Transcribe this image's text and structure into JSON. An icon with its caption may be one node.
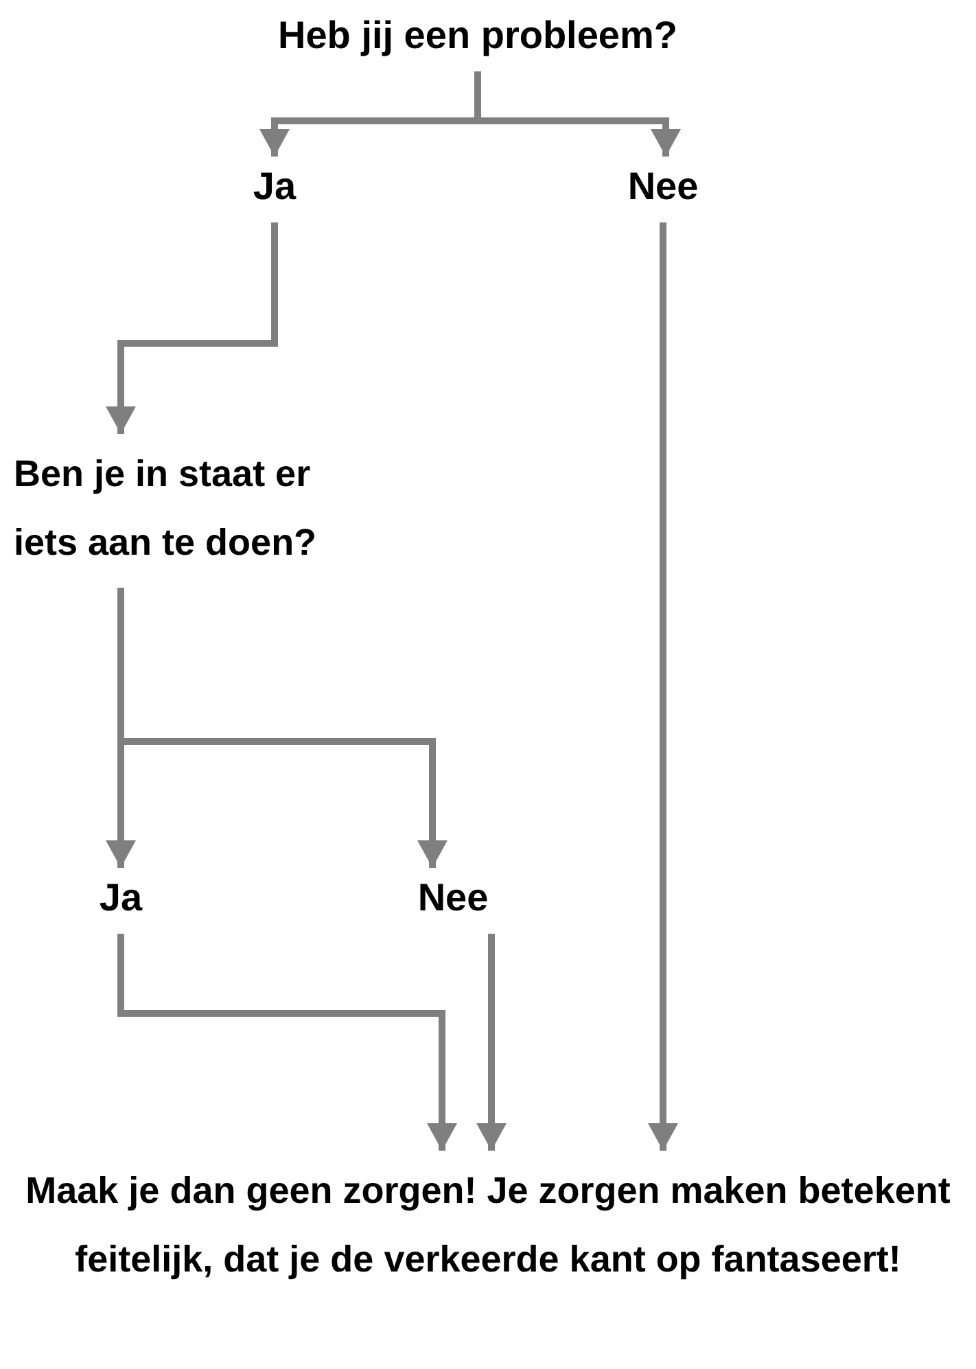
{
  "diagram": {
    "nodes": [
      {
        "text": [
          "Heb jij een probleem?"
        ]
      },
      {
        "text": [
          "Ja"
        ]
      },
      {
        "text": [
          "Nee"
        ]
      },
      {
        "text": [
          "Ben je in staat er iets aan te doen?"
        ]
      },
      {
        "text": [
          "Ja"
        ]
      },
      {
        "text": [
          "Nee"
        ]
      },
      {
        "text": [
          "Maak je dan geen zorgen! Je zorgen maken betekent feitelijk, dat je de verkeerde kant op fantaseert!"
        ]
      }
    ],
    "edges": [
      {
        "from": 0,
        "to": 1,
        "arrow": "to"
      },
      {
        "from": 0,
        "to": 2,
        "arrow": "to"
      },
      {
        "from": 1,
        "to": 3,
        "arrow": "to"
      },
      {
        "from": 3,
        "to": 4,
        "arrow": "to"
      },
      {
        "from": 3,
        "to": 5,
        "arrow": "to"
      },
      {
        "from": 4,
        "to": 6,
        "arrow": "to"
      },
      {
        "from": 5,
        "to": 6,
        "arrow": "to"
      },
      {
        "from": 2,
        "to": 6,
        "arrow": "to"
      }
    ]
  }
}
